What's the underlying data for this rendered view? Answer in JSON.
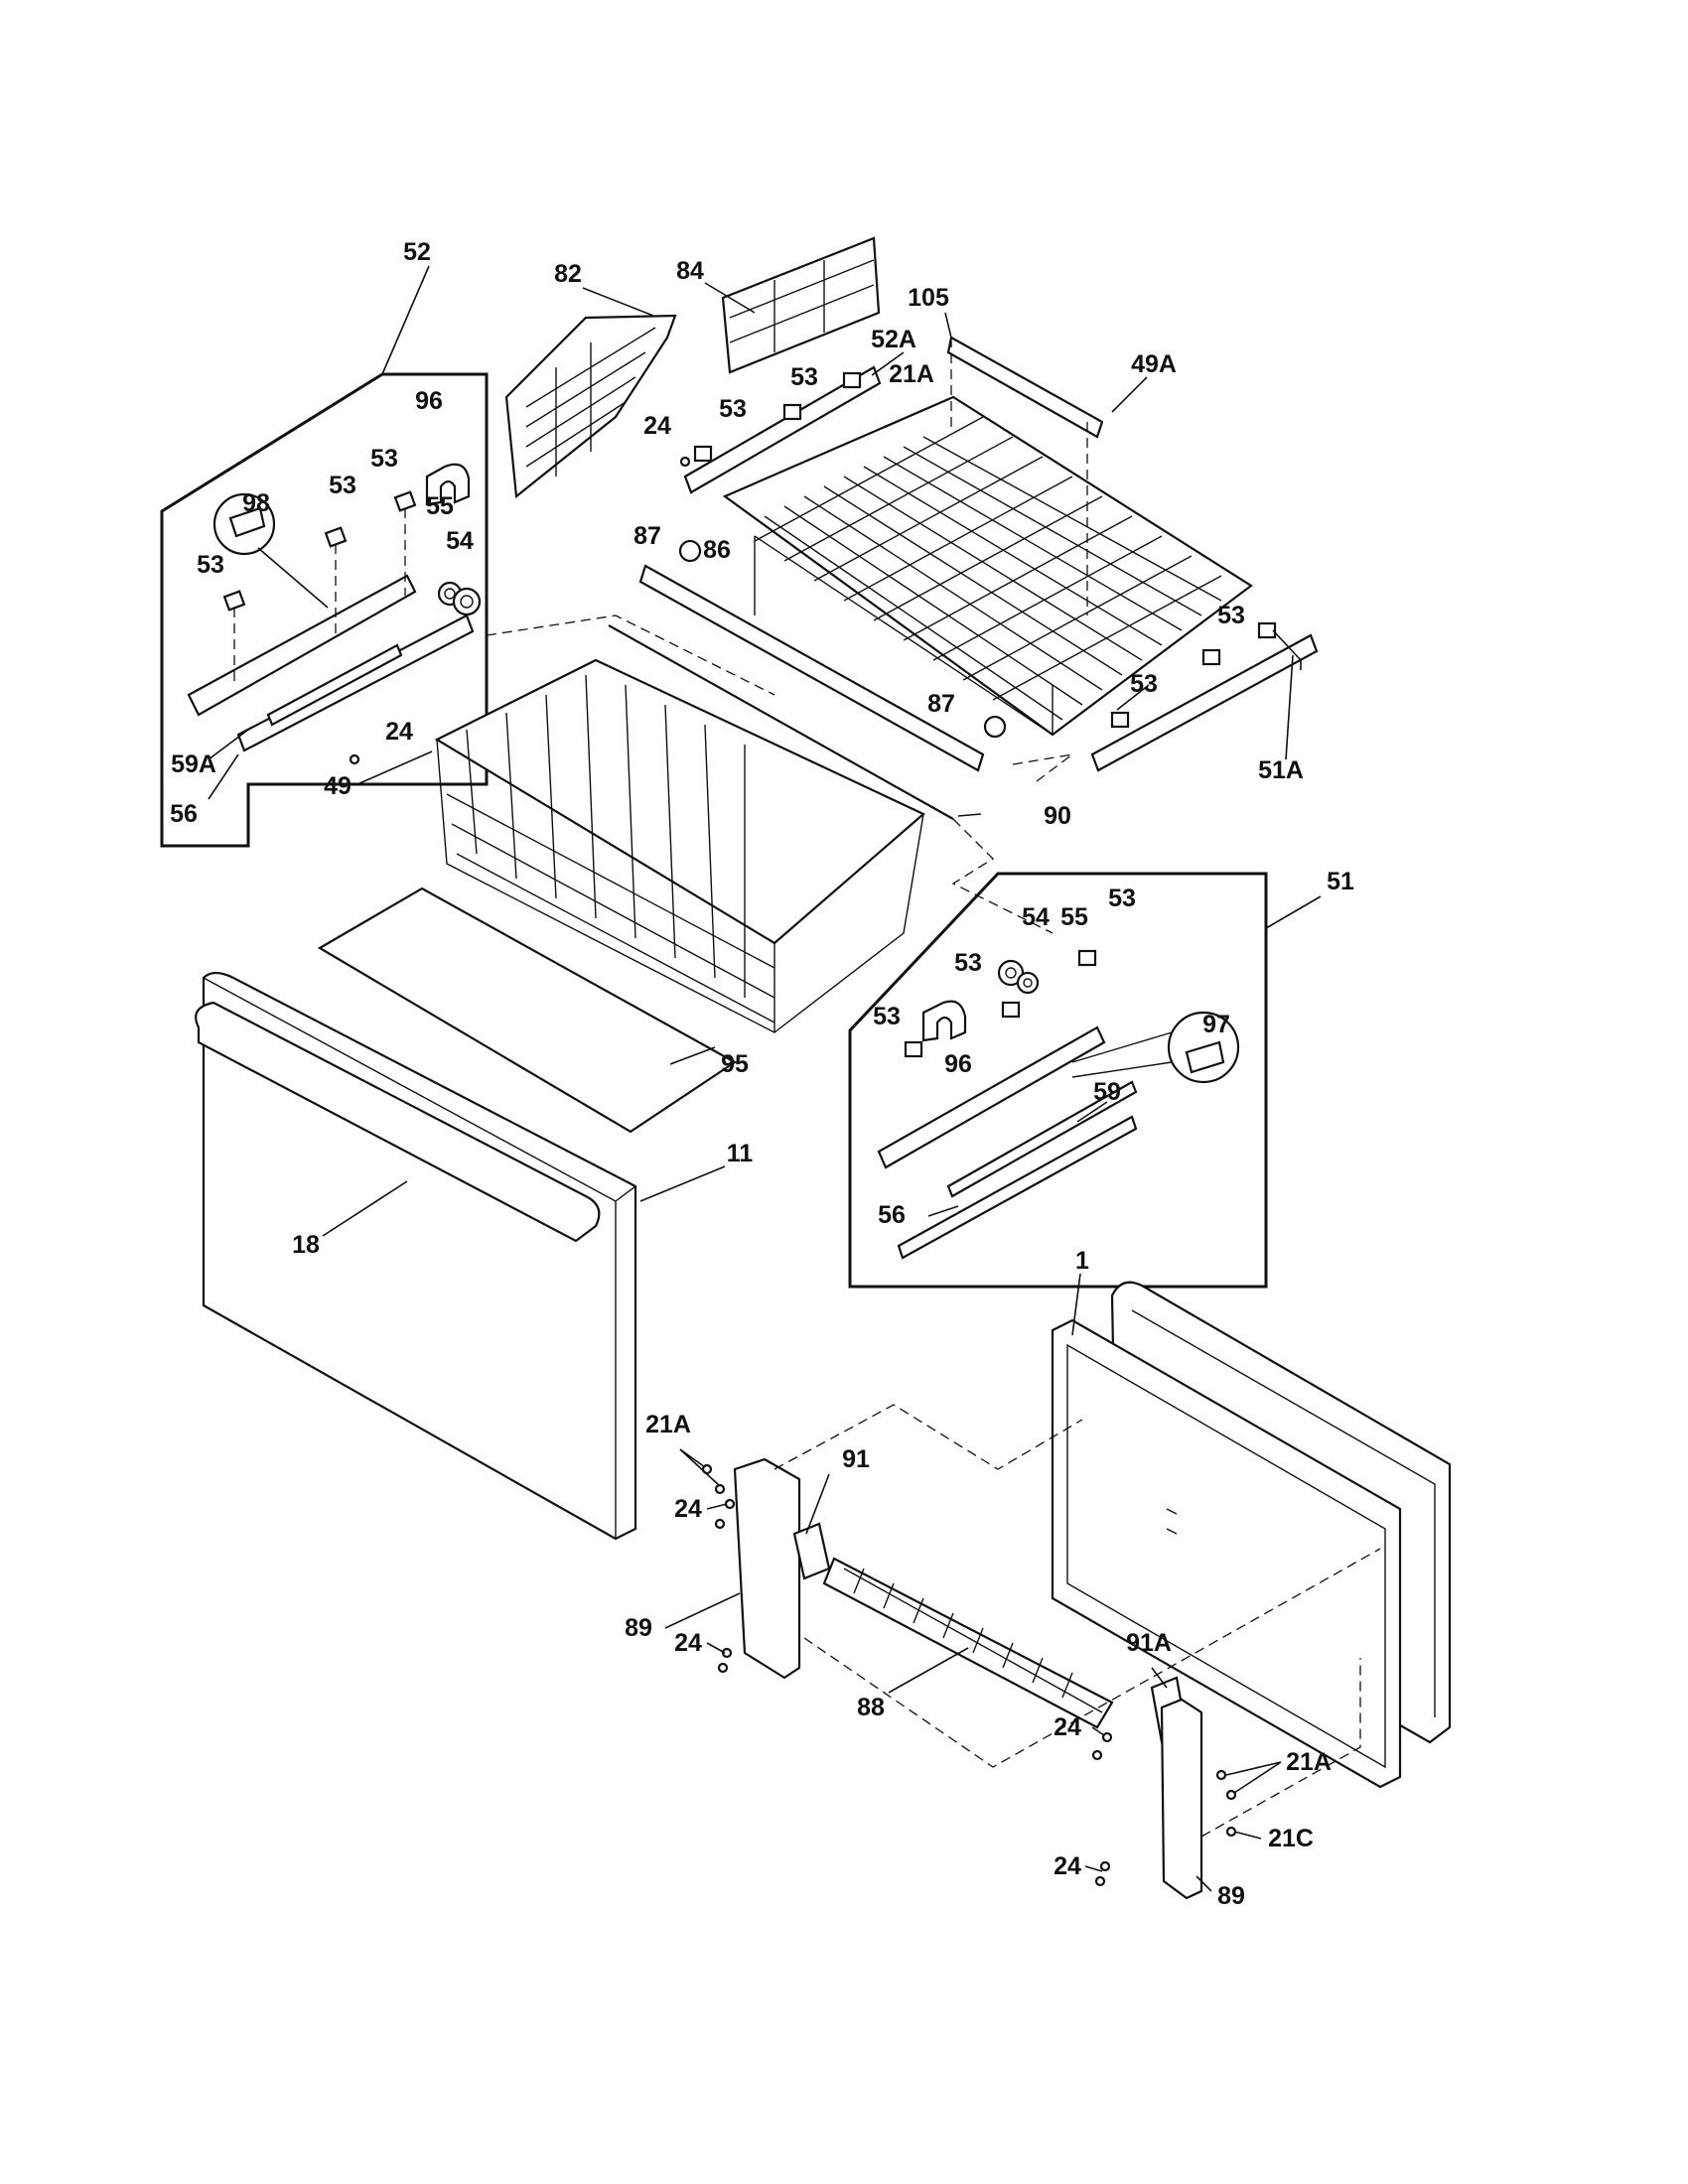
{
  "labels": {
    "l52": "52",
    "l82": "82",
    "l84": "84",
    "l105": "105",
    "l52A": "52A",
    "l53a": "53",
    "l21A_top": "21A",
    "l53b": "53",
    "l24a": "24",
    "l96a": "96",
    "l53c": "53",
    "l53d": "53",
    "l98": "98",
    "l55a": "55",
    "l54a": "54",
    "l53e": "53",
    "l87a": "87",
    "l86": "86",
    "l49A": "49A",
    "l53f": "53",
    "l53g": "53",
    "l87b": "87",
    "l51A": "51A",
    "l59A": "59A",
    "l24b": "24",
    "l49": "49",
    "l56a": "56",
    "l90": "90",
    "l51": "51",
    "l54b": "54",
    "l55b": "55",
    "l53h": "53",
    "l53i": "53",
    "l53j": "53",
    "l97": "97",
    "l96b": "96",
    "l95": "95",
    "l59": "59",
    "l11": "11",
    "l18": "18",
    "l56b": "56",
    "l1": "1",
    "l21A_mid": "21A",
    "l91": "91",
    "l24c": "24",
    "l89a": "89",
    "l24d": "24",
    "l88": "88",
    "l91A": "91A",
    "l24e": "24",
    "l21A_bot": "21A",
    "l21C": "21C",
    "l24f": "24",
    "l89b": "89"
  },
  "colors": {
    "line": "#111111",
    "background": "#ffffff"
  }
}
